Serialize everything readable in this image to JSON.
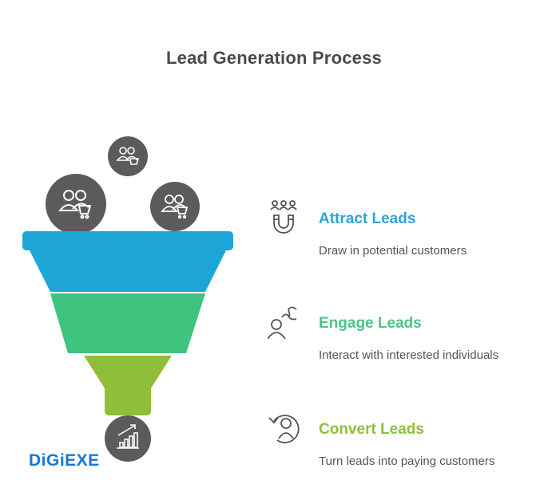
{
  "title": "Lead Generation Process",
  "colors": {
    "stage1": "#1fa6d9",
    "stage2": "#3ec47e",
    "stage3": "#8fbf3a",
    "circle": "#5b5b5b",
    "title_text": "#4a4a4a",
    "desc_text": "#555555",
    "brand": "#1877d6"
  },
  "steps": [
    {
      "title": "Attract Leads",
      "description": "Draw in potential customers",
      "color": "#2aa6d6",
      "icon": "people-magnet-icon"
    },
    {
      "title": "Engage Leads",
      "description": "Interact with interested individuals",
      "color": "#4cc48a",
      "icon": "person-conversation-icon"
    },
    {
      "title": "Convert Leads",
      "description": "Turn leads into paying customers",
      "color": "#8fbf3a",
      "icon": "person-cycle-icon"
    }
  ],
  "funnel": {
    "top_circles": [
      "people-cart-icon",
      "people-cart-icon",
      "people-cart-icon"
    ],
    "bottom_circle": "growth-chart-icon"
  },
  "brand": "DiGiEXE"
}
